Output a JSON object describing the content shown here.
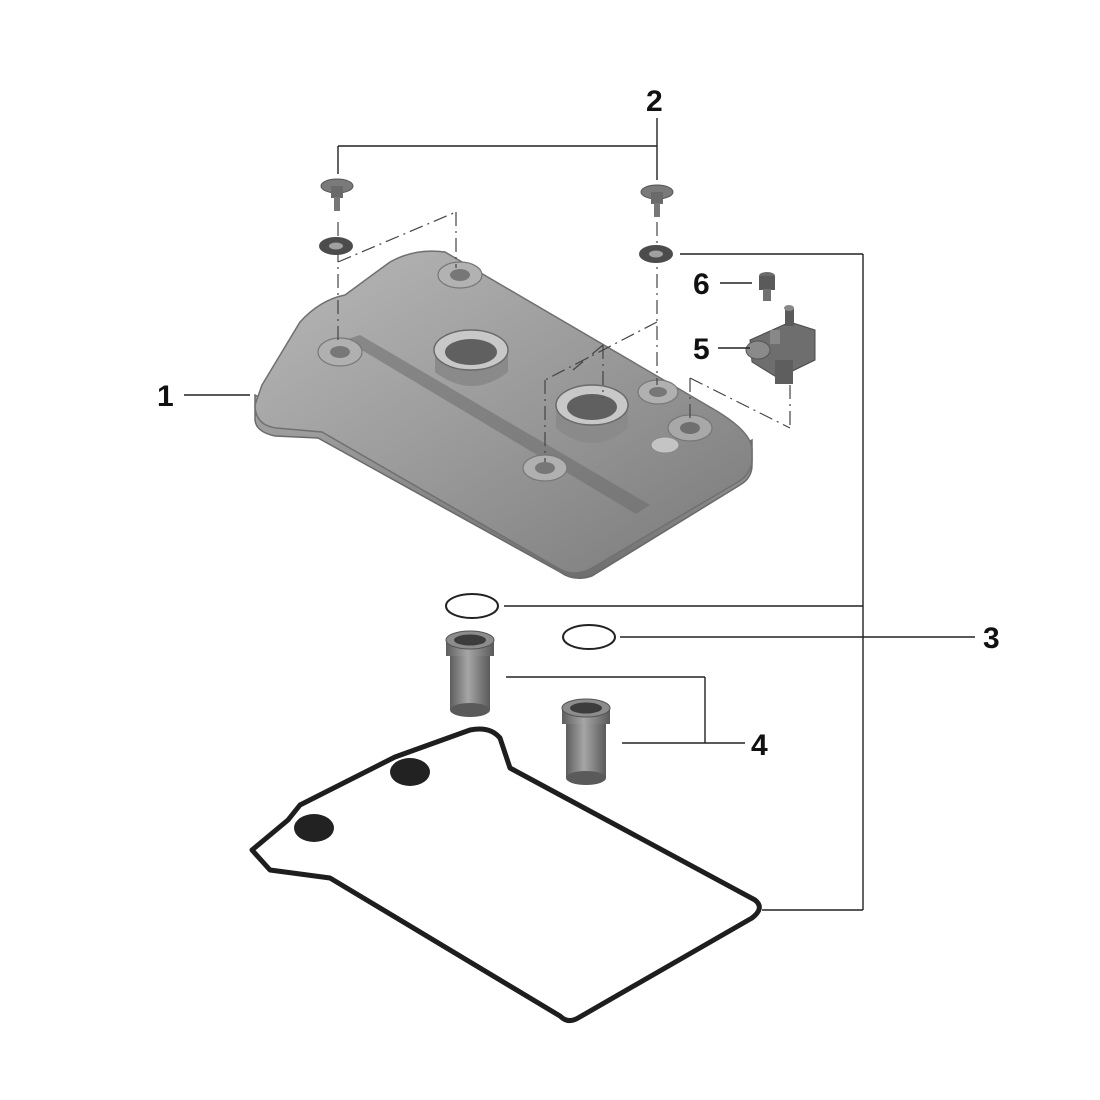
{
  "diagram": {
    "callouts": {
      "cover": "1",
      "bolt": "2",
      "seal": "3",
      "sleeve": "4",
      "sensor": "5",
      "screw": "6"
    },
    "colors": {
      "part_gray": "#8e8e8e",
      "part_light": "#bdbdbd",
      "part_dark": "#5c5c5c",
      "gasket": "#222222",
      "line": "#222222"
    }
  }
}
